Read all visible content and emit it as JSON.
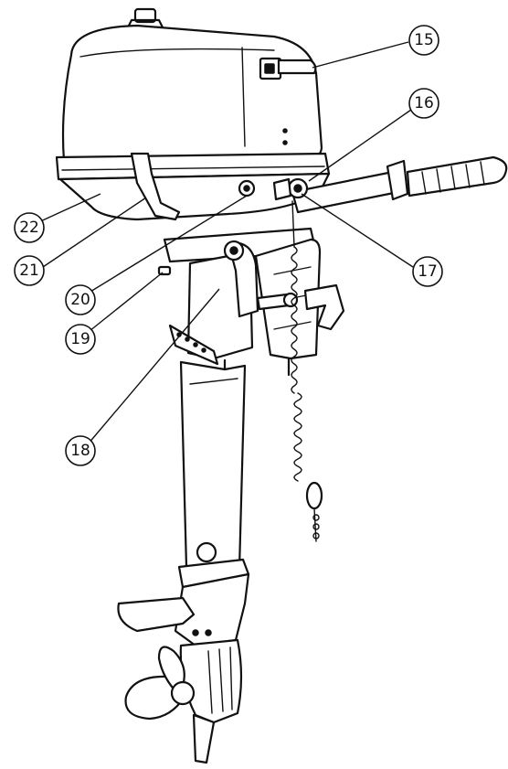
{
  "callouts": [
    {
      "id": "15",
      "label": "15"
    },
    {
      "id": "16",
      "label": "16"
    },
    {
      "id": "17",
      "label": "17"
    },
    {
      "id": "18",
      "label": "18"
    },
    {
      "id": "19",
      "label": "19"
    },
    {
      "id": "20",
      "label": "20"
    },
    {
      "id": "21",
      "label": "21"
    },
    {
      "id": "22",
      "label": "22"
    }
  ]
}
